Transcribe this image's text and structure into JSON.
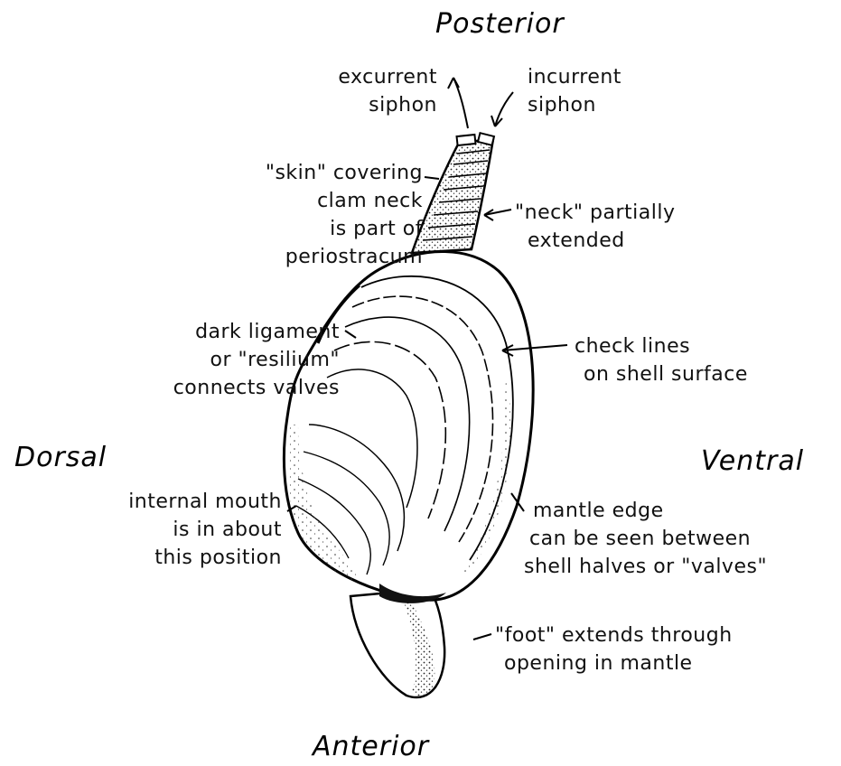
{
  "directions": {
    "posterior": "Posterior",
    "anterior": "Anterior",
    "dorsal": "Dorsal",
    "ventral": "Ventral"
  },
  "labels": {
    "excurrent": [
      "excurrent",
      "siphon"
    ],
    "incurrent": [
      "incurrent",
      "siphon"
    ],
    "skin": [
      "\"skin\" covering",
      "clam neck",
      "is part of",
      "periostracum"
    ],
    "neck": [
      "\"neck\" partially",
      "extended"
    ],
    "ligament": [
      "dark ligament",
      "or \"resilium\"",
      "connects valves"
    ],
    "check_lines": [
      "check lines",
      "on shell surface"
    ],
    "mouth": [
      "internal mouth",
      "is in about",
      "this position"
    ],
    "mantle": [
      "mantle edge",
      "can be seen between",
      "shell halves or \"valves\""
    ],
    "foot": [
      "\"foot\" extends through",
      "opening in mantle"
    ]
  }
}
